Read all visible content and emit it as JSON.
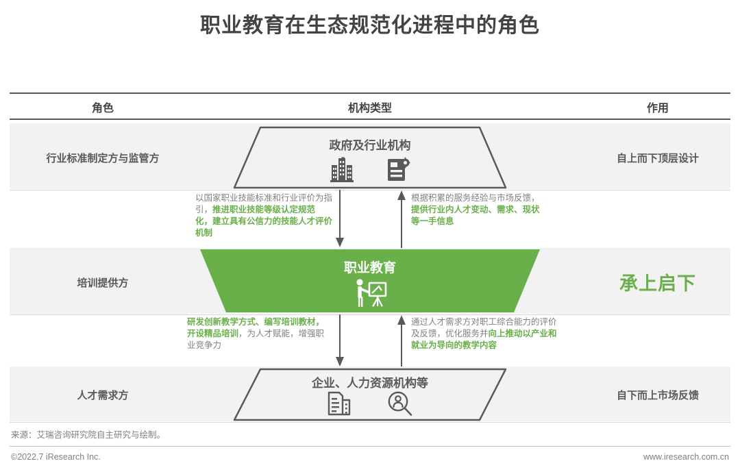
{
  "title": "职业教育在生态规范化进程中的角色",
  "colors": {
    "green": "#6ab04a",
    "gray_text": "#808080",
    "dark_text": "#595959",
    "band_bg": "#f2f2f2",
    "rule": "#595959"
  },
  "table": {
    "headers": {
      "role": "角色",
      "type": "机构类型",
      "effect": "作用"
    },
    "rows": [
      {
        "role": "行业标准制定方与监管方",
        "node_title": "政府及行业机构",
        "icons": [
          "government-building-icon",
          "certificate-document-icon"
        ],
        "effect": "自上而下顶层设计",
        "effect_highlight": false
      },
      {
        "role": "培训提供方",
        "node_title": "职业教育",
        "icons": [
          "teacher-whiteboard-icon"
        ],
        "effect": "承上启下",
        "effect_highlight": true
      },
      {
        "role": "人才需求方",
        "node_title": "企业、人力资源机构等",
        "icons": [
          "document-building-icon",
          "person-search-icon"
        ],
        "effect": "自下而上市场反馈",
        "effect_highlight": false
      }
    ]
  },
  "connectors": [
    {
      "id": "gov-to-edu",
      "direction": "down",
      "arrow_name": "arrow-down-gov-to-edu",
      "text_plain_1": "以国家职业技能标准和行业评价为指引，",
      "text_green_1": "推进职业技能等级认定规范化，建立具有公信力的技能人才评价机制",
      "text_plain_2": ""
    },
    {
      "id": "edu-to-gov",
      "direction": "up",
      "arrow_name": "arrow-up-edu-to-gov",
      "text_plain_1": "根据积累的服务经验与市场反馈，",
      "text_green_1": "提供行业内人才变动、需求、现状等一手信息",
      "text_plain_2": ""
    },
    {
      "id": "edu-to-enterprise",
      "direction": "down",
      "arrow_name": "arrow-down-edu-to-enterprise",
      "text_plain_1": "",
      "text_green_1": "研发创新教学方式、编写培训教材，开设精品培训",
      "text_plain_2": "，为人才赋能，增强职业竞争力"
    },
    {
      "id": "enterprise-to-edu",
      "direction": "up",
      "arrow_name": "arrow-up-enterprise-to-edu",
      "text_plain_1": "通过人才需求方对职工综合能力的评价及反馈，优化服务并",
      "text_green_1": "向上推动以产业和就业为导向的教学内容",
      "text_plain_2": ""
    }
  ],
  "footer": {
    "source": "来源：艾瑞咨询研究院自主研究与绘制。",
    "copyright": "©2022.7 iResearch Inc.",
    "website": "www.iresearch.com.cn"
  }
}
